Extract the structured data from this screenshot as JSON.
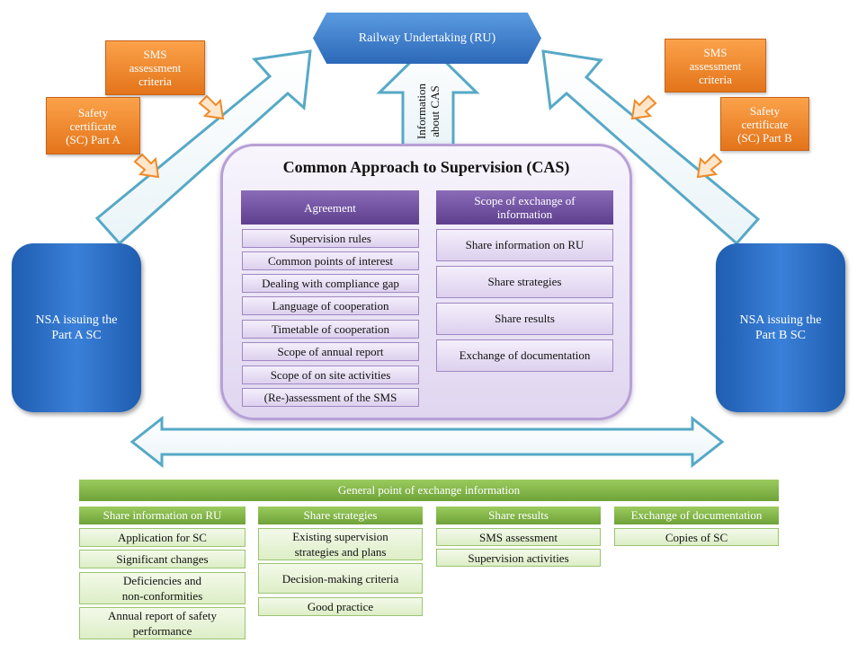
{
  "railway_undertaking": "Railway Undertaking (RU)",
  "info_about_cas": "Information\nabout CAS",
  "left": {
    "sms_criteria": "SMS\nassessment\ncriteria",
    "safety_cert": "Safety\ncertificate\n(SC) Part A",
    "nsa": "NSA issuing  the\nPart A SC"
  },
  "right": {
    "sms_criteria": "SMS\nassessment\ncriteria",
    "safety_cert": "Safety\ncertificate\n(SC) Part B",
    "nsa": "NSA issuing  the\nPart B SC"
  },
  "cas": {
    "title": "Common Approach to Supervision (CAS)",
    "agreement": {
      "header": "Agreement",
      "items": [
        "Supervision rules",
        "Common points of interest",
        "Dealing with compliance gap",
        "Language of cooperation",
        "Timetable of cooperation",
        "Scope of annual report",
        "Scope of on site activities",
        "(Re-)assessment of the SMS"
      ]
    },
    "scope": {
      "header": "Scope of exchange of\ninformation",
      "items": [
        "Share information on RU",
        "Share strategies",
        "Share results",
        "Exchange of documentation"
      ]
    }
  },
  "general": {
    "header": "General point  of exchange information",
    "columns": [
      {
        "header": "Share information  on RU",
        "items": [
          "Application  for SC",
          "Significant  changes",
          "Deficiencies and\nnon-conformities",
          "Annual report of safety\nperformance"
        ]
      },
      {
        "header": "Share strategies",
        "items": [
          "Existing  supervision\nstrategies and plans",
          "Decision-making  criteria",
          "Good practice"
        ]
      },
      {
        "header": "Share results",
        "items": [
          "SMS assessment",
          "Supervision  activities"
        ]
      },
      {
        "header": "Exchange of documentation",
        "items": [
          "Copies of SC"
        ]
      }
    ]
  },
  "colors": {
    "blue": "#2c68b8",
    "orange": "#f28c2e",
    "purple": "#6b4c9a",
    "green": "#7fb347",
    "arrow_stroke": "#56a9c6"
  }
}
